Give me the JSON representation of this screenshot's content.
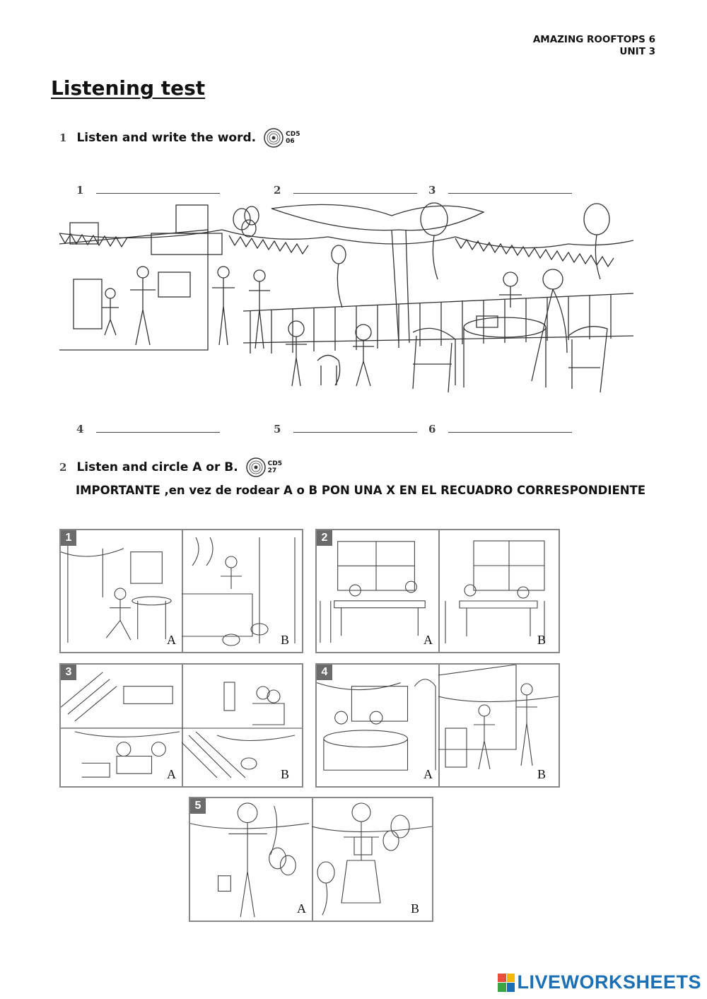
{
  "header": {
    "series": "AMAZING ROOFTOPS 6",
    "unit": "UNIT 3"
  },
  "title": "Listening test",
  "exercise1": {
    "number": "1",
    "instruction": "Listen and write the word.",
    "cd": {
      "line1": "CD5",
      "line2": "06"
    },
    "blanks_top": [
      "1",
      "2",
      "3"
    ],
    "blanks_bottom": [
      "4",
      "5",
      "6"
    ]
  },
  "exercise2": {
    "number": "2",
    "instruction": "Listen and circle A or B.",
    "cd": {
      "line1": "CD5",
      "line2": "27"
    },
    "note": "IMPORTANTE ,en vez de rodear A o B PON UNA X EN EL RECUADRO CORRESPONDIENTE",
    "panels": [
      {
        "num": "1",
        "a": "A",
        "b": "B"
      },
      {
        "num": "2",
        "a": "A",
        "b": "B"
      },
      {
        "num": "3",
        "a": "A",
        "b": "B"
      },
      {
        "num": "4",
        "a": "A",
        "b": "B"
      },
      {
        "num": "5",
        "a": "A",
        "b": "B"
      }
    ]
  },
  "footer": {
    "brand": "LIVEWORKSHEETS",
    "color": "#1a6fb5"
  }
}
